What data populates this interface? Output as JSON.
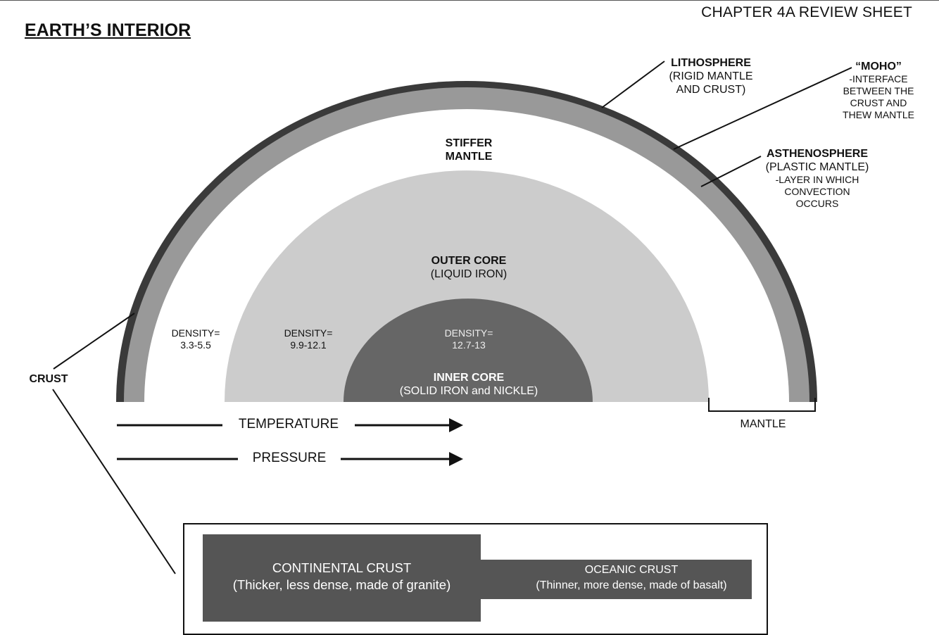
{
  "header": {
    "chapter": "CHAPTER 4A REVIEW SHEET",
    "title": "EARTH’S INTERIOR"
  },
  "labels": {
    "lithosphere": {
      "title": "LITHOSPHERE",
      "line1": "(RIGID MANTLE",
      "line2": "AND CRUST)"
    },
    "moho": {
      "title": "“MOHO”",
      "line1": "-INTERFACE",
      "line2": "BETWEEN THE",
      "line3": "CRUST AND",
      "line4": "THEW MANTLE"
    },
    "asthenosphere": {
      "title": "ASTHENOSPHERE",
      "line1": "(PLASTIC MANTLE)",
      "line2": "-LAYER IN WHICH",
      "line3": "CONVECTION",
      "line4": "OCCURS"
    },
    "stiffer_mantle": {
      "line1": "STIFFER",
      "line2": "MANTLE"
    },
    "outer_core": {
      "title": "OUTER CORE",
      "sub": "(LIQUID IRON)"
    },
    "inner_core": {
      "title": "INNER CORE",
      "sub": "(SOLID IRON and NICKLE)"
    },
    "density_mantle": {
      "label": "DENSITY=",
      "value": "3.3-5.5"
    },
    "density_outer": {
      "label": "DENSITY=",
      "value": "9.9-12.1"
    },
    "density_inner": {
      "label": "DENSITY=",
      "value": "12.7-13"
    },
    "crust": "CRUST",
    "mantle": "MANTLE",
    "temperature": "TEMPERATURE",
    "pressure": "PRESSURE"
  },
  "crust_types": {
    "continental": {
      "title": "CONTINENTAL CRUST",
      "sub": "(Thicker, less dense, made of granite)"
    },
    "oceanic": {
      "title": "OCEANIC CRUST",
      "sub": "(Thinner, more dense, made of basalt)"
    }
  },
  "colors": {
    "crust_band": "#3a3a3a",
    "asthenosphere_band": "#999999",
    "stiff_mantle": "#ffffff",
    "outer_core": "#cccccc",
    "inner_core": "#666666",
    "crust_boxes": "#555555"
  }
}
